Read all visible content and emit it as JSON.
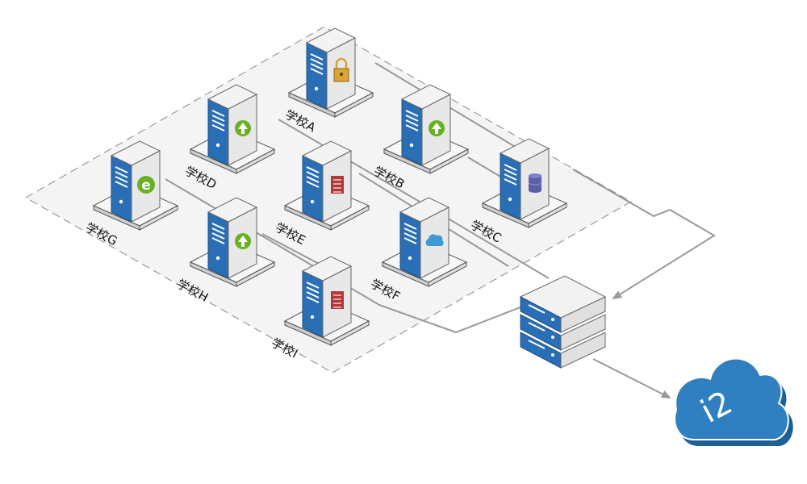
{
  "servers": [
    {
      "id": "A",
      "label": "学校A",
      "icon": "lock-icon"
    },
    {
      "id": "B",
      "label": "学校B",
      "icon": "upload-arrow-icon"
    },
    {
      "id": "C",
      "label": "学校C",
      "icon": "database-icon"
    },
    {
      "id": "D",
      "label": "学校D",
      "icon": "upload-arrow-icon"
    },
    {
      "id": "E",
      "label": "学校E",
      "icon": "document-icon"
    },
    {
      "id": "F",
      "label": "学校F",
      "icon": "cloud-icon"
    },
    {
      "id": "G",
      "label": "学校G",
      "icon": "browser-e-icon"
    },
    {
      "id": "H",
      "label": "学校H",
      "icon": "upload-arrow-icon"
    },
    {
      "id": "I",
      "label": "学校I",
      "icon": "document-icon"
    }
  ],
  "hub": {
    "icon": "server-rack-icon"
  },
  "cloud": {
    "label": "i2",
    "icon": "cloud-icon"
  },
  "colors": {
    "server_blue": "#2a6fb5",
    "server_body": "#e8e8e8",
    "line": "#999999",
    "zone_fill": "#f4f4f4",
    "zone_border": "#888888",
    "cloud_blue": "#2f7fc1",
    "cloud_side": "#1e5f96",
    "icon_green": "#6ab023",
    "icon_gold": "#d9a432",
    "icon_red": "#b03a3a",
    "icon_purple": "#5b5fa8",
    "icon_lightblue": "#3d9ad6"
  }
}
